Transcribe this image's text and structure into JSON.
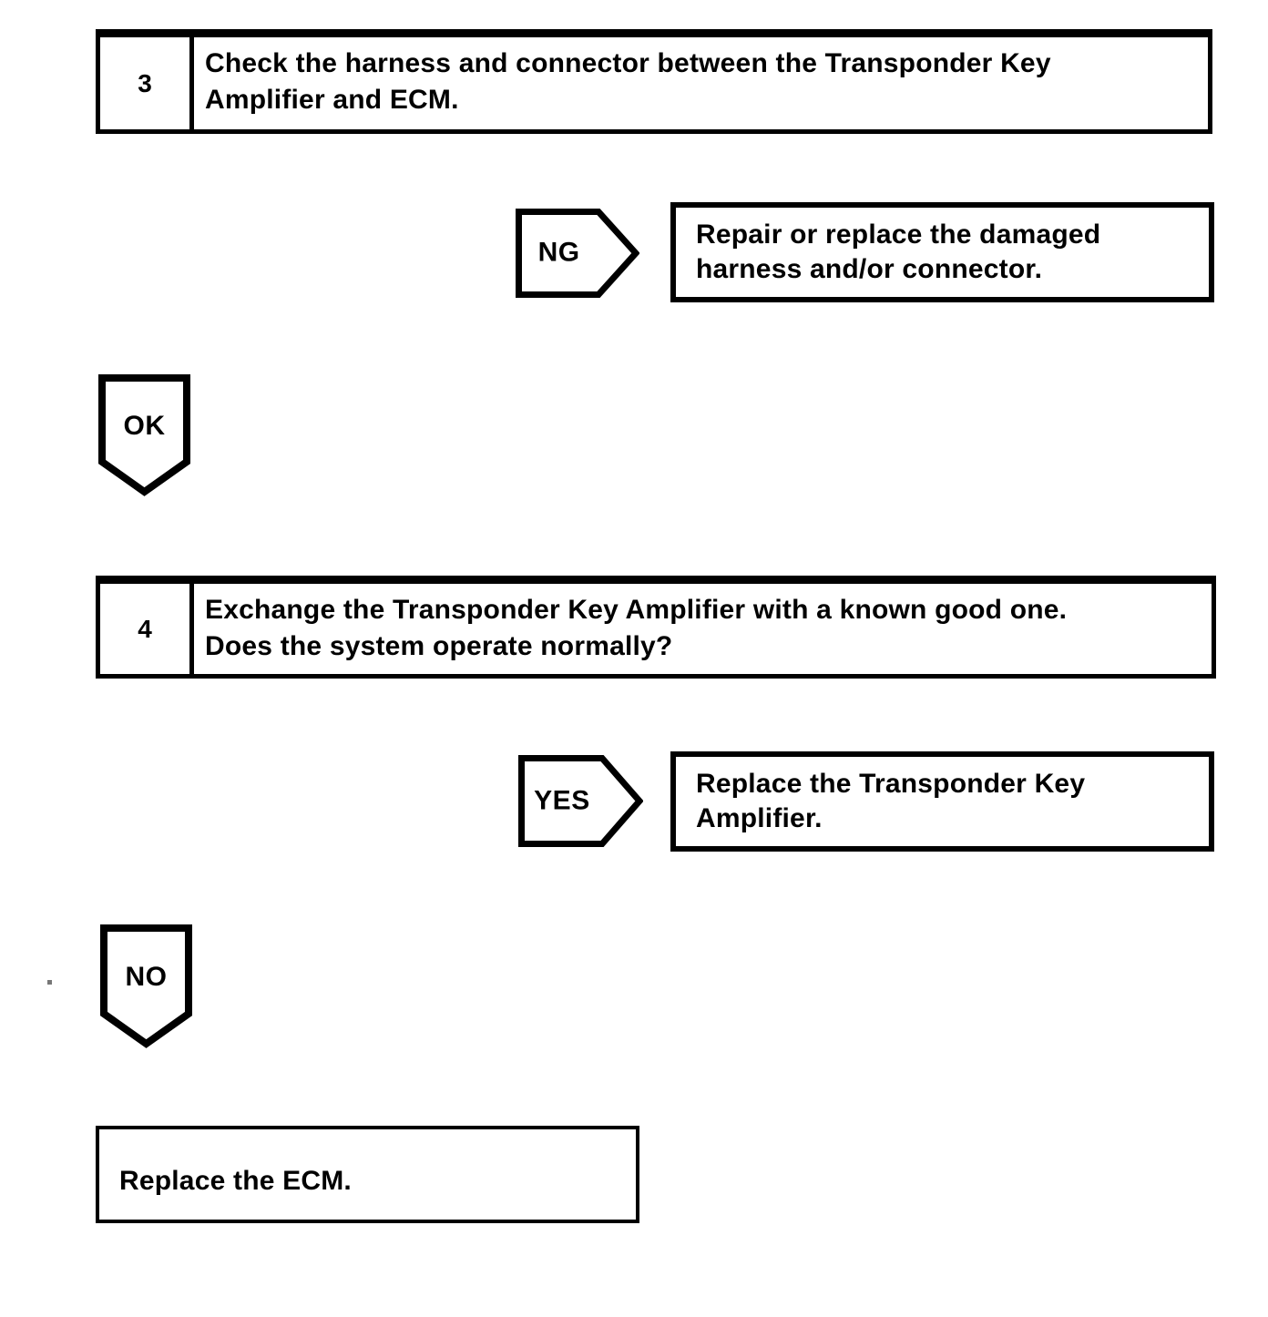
{
  "page": {
    "background_color": "#ffffff",
    "line_color": "#000000"
  },
  "flowchart": {
    "step3": {
      "number": "3",
      "lines": [
        "Check the harness and connector between the Transponder Key",
        "Amplifier and ECM."
      ]
    },
    "ng_branch": {
      "label": "NG",
      "lines": [
        "Repair or replace the damaged",
        "harness and/or connector."
      ]
    },
    "ok_connector": {
      "label": "OK"
    },
    "step4": {
      "number": "4",
      "lines": [
        "Exchange the Transponder Key Amplifier with a known good one.",
        "Does the system operate normally?"
      ]
    },
    "yes_branch": {
      "label": "YES",
      "lines": [
        "Replace the Transponder Key",
        "Amplifier."
      ]
    },
    "no_connector": {
      "label": "NO"
    },
    "terminal": {
      "lines": [
        "Replace the ECM."
      ]
    }
  }
}
